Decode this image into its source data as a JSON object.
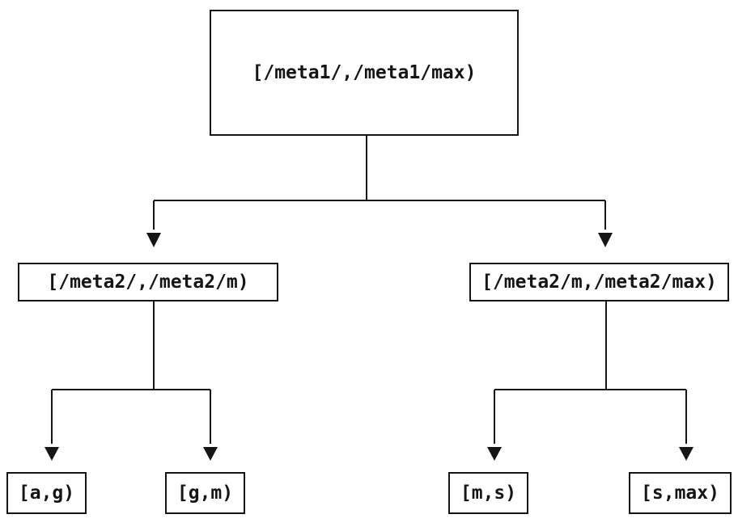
{
  "diagram": {
    "kind": "interval-partition-tree",
    "colors": {
      "background": "#ffffff",
      "stroke": "#151515",
      "text": "#151515"
    },
    "nodes": {
      "root": {
        "label": "[/meta1/,/meta1/max)"
      },
      "left": {
        "label": "[/meta2/,/meta2/m)"
      },
      "right": {
        "label": "[/meta2/m,/meta2/max)"
      },
      "leaf_ag": {
        "label": "[a,g)"
      },
      "leaf_gm": {
        "label": "[g,m)"
      },
      "leaf_ms": {
        "label": "[m,s)"
      },
      "leaf_smax": {
        "label": "[s,max)"
      }
    },
    "edges": [
      {
        "from": "root",
        "to": "left"
      },
      {
        "from": "root",
        "to": "right"
      },
      {
        "from": "left",
        "to": "leaf_ag"
      },
      {
        "from": "left",
        "to": "leaf_gm"
      },
      {
        "from": "right",
        "to": "leaf_ms"
      },
      {
        "from": "right",
        "to": "leaf_smax"
      }
    ]
  }
}
